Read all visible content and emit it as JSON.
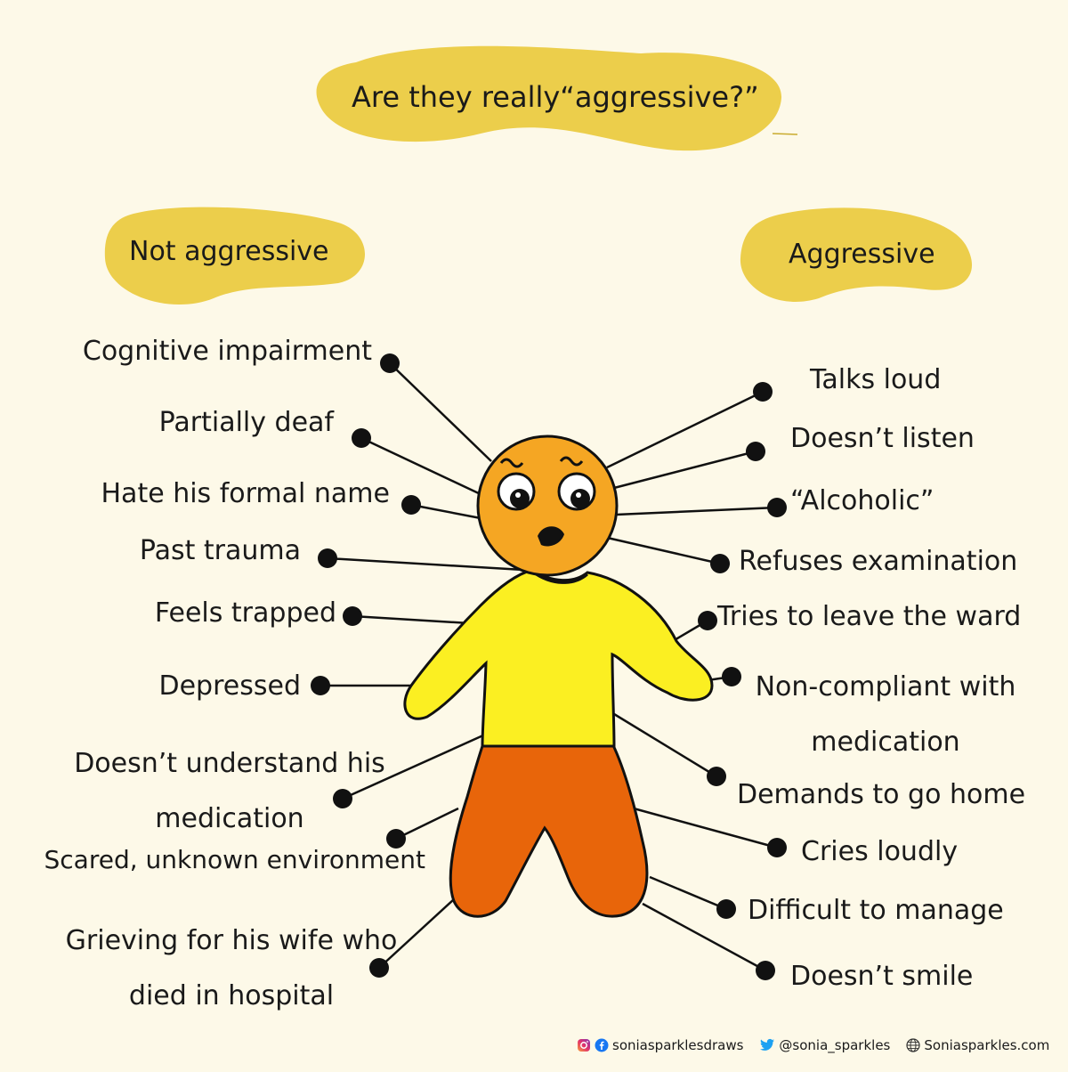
{
  "title": "Are they really“aggressive?”",
  "left_heading": "Not aggressive",
  "right_heading": "Aggressive",
  "left_items": [
    "Cognitive impairment",
    "Partially deaf",
    "Hate his formal name",
    "Past trauma",
    "Feels trapped",
    "Depressed",
    "Doesn’t understand his medication",
    "Scared, unknown environment",
    "Grieving for his wife who died in hospital"
  ],
  "right_items": [
    "Talks loud",
    "Doesn’t listen",
    "“Alcoholic”",
    "Refuses examination",
    "Tries to leave the ward",
    "Non-compliant with medication",
    "Demands to go home",
    "Cries loudly",
    "Difficult to manage",
    "Doesn’t smile"
  ],
  "footer": {
    "instagram_facebook_handle": "soniasparklesdraws",
    "twitter_handle": "@sonia_sparkles",
    "website": "Soniasparkles.com"
  },
  "colors": {
    "background": "#fdf9e8",
    "blob": "#ecce4b",
    "head": "#f5a623",
    "shirt": "#fbef22",
    "pants": "#e8650a",
    "ink": "#111111"
  },
  "icons": [
    "instagram-icon",
    "facebook-icon",
    "twitter-icon",
    "globe-icon"
  ]
}
